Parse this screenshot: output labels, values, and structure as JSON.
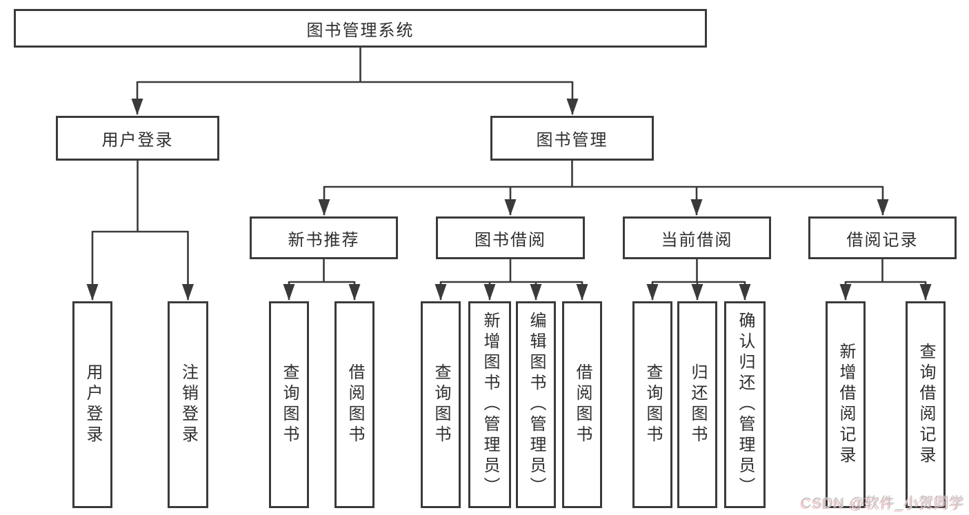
{
  "diagram": {
    "root": {
      "label": "图书管理系统"
    },
    "level2": [
      {
        "label": "用户登录"
      },
      {
        "label": "图书管理"
      }
    ],
    "level3": [
      {
        "label": "新书推荐"
      },
      {
        "label": "图书借阅"
      },
      {
        "label": "当前借阅"
      },
      {
        "label": "借阅记录"
      }
    ],
    "leaves": [
      {
        "label": "用户登录"
      },
      {
        "label": "注销登录"
      },
      {
        "label": "查询图书"
      },
      {
        "label": "借阅图书"
      },
      {
        "label": "查询图书"
      },
      {
        "label": "新增图书（管理员）"
      },
      {
        "label": "编辑图书（管理员）"
      },
      {
        "label": "借阅图书"
      },
      {
        "label": "查询图书"
      },
      {
        "label": "归还图书"
      },
      {
        "label": "确认归还（管理员）"
      },
      {
        "label": "新增借阅记录"
      },
      {
        "label": "查询借阅记录"
      }
    ],
    "watermark": "CSDN @软件_小贺同学"
  },
  "colors": {
    "line": "#3a3a3a",
    "text": "#2e2e2e",
    "background": "#ffffff",
    "watermark_gray": "#c4c6c8",
    "watermark_shadow": "#f0b9b9"
  }
}
